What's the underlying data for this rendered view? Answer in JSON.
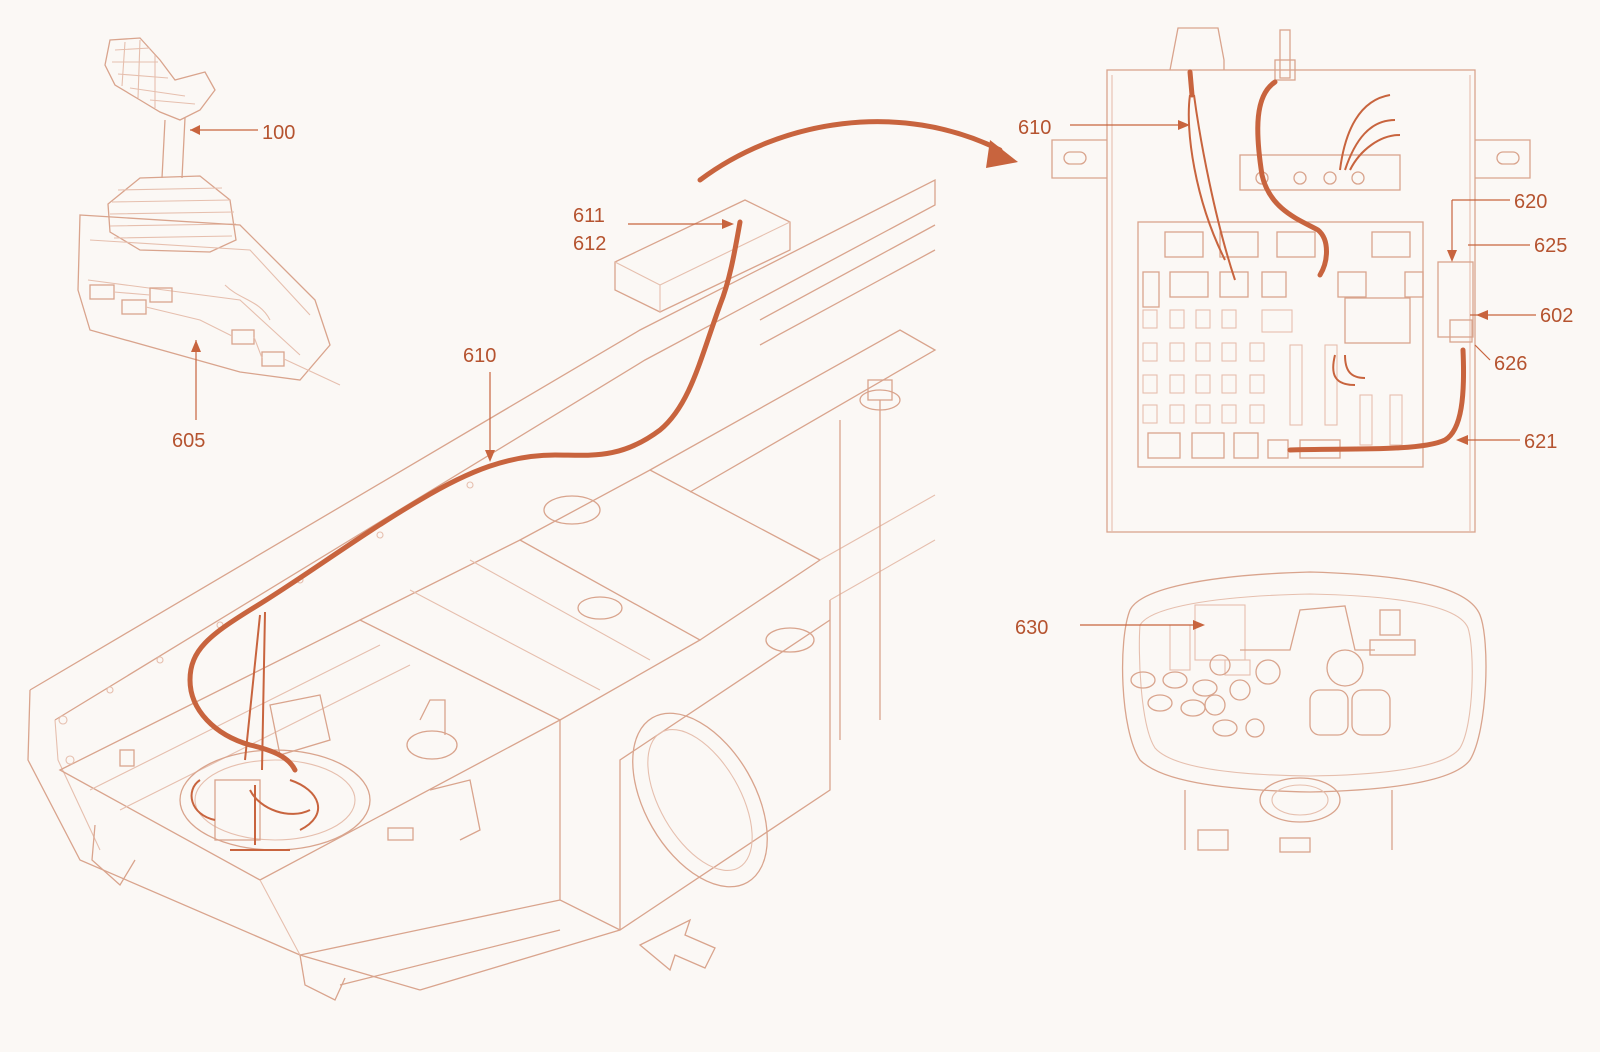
{
  "labels": {
    "l100": "100",
    "l605": "605",
    "l610a": "610",
    "l611": "611",
    "l612": "612",
    "l610b": "610",
    "l620": "620",
    "l625": "625",
    "l602": "602",
    "l626": "626",
    "l621": "621",
    "l630": "630"
  },
  "colors": {
    "line": "#d9a48d",
    "harness": "#c8643e",
    "label": "#b5532f",
    "background": "#fbf8f5"
  }
}
